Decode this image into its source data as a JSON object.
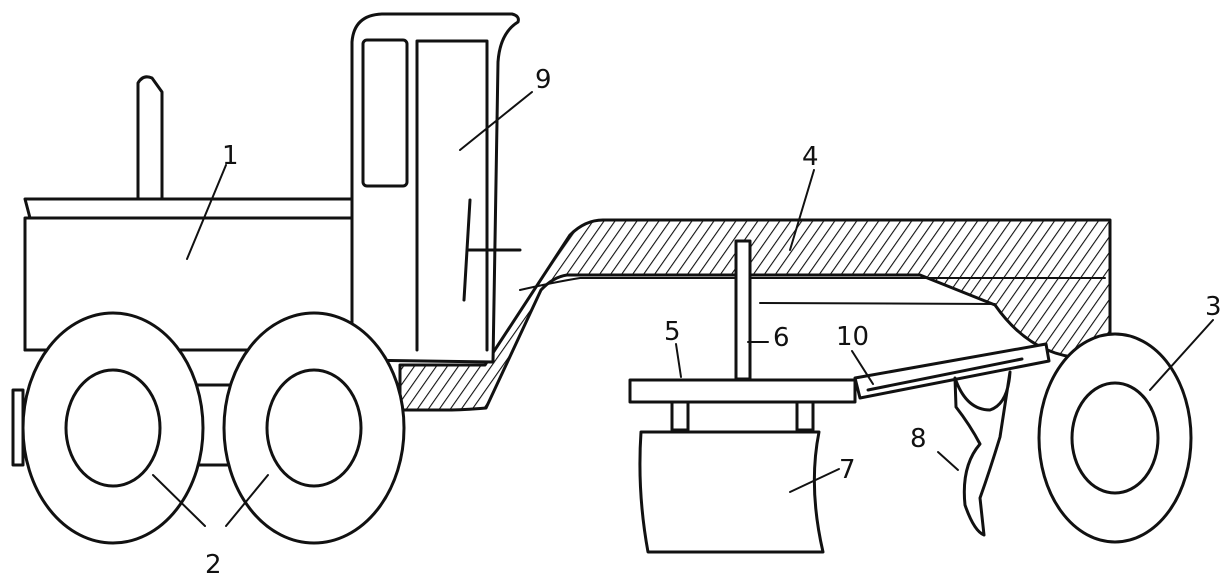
{
  "diagram": {
    "labels": {
      "engine": "1",
      "rear_wheels": "2",
      "front_wheel": "3",
      "frame": "4",
      "circle": "5",
      "lift_arm": "6",
      "blade": "7",
      "scarifier": "8",
      "cab": "9",
      "drawbar": "10"
    },
    "colors": {
      "line": "#111111",
      "background": "#ffffff"
    }
  }
}
